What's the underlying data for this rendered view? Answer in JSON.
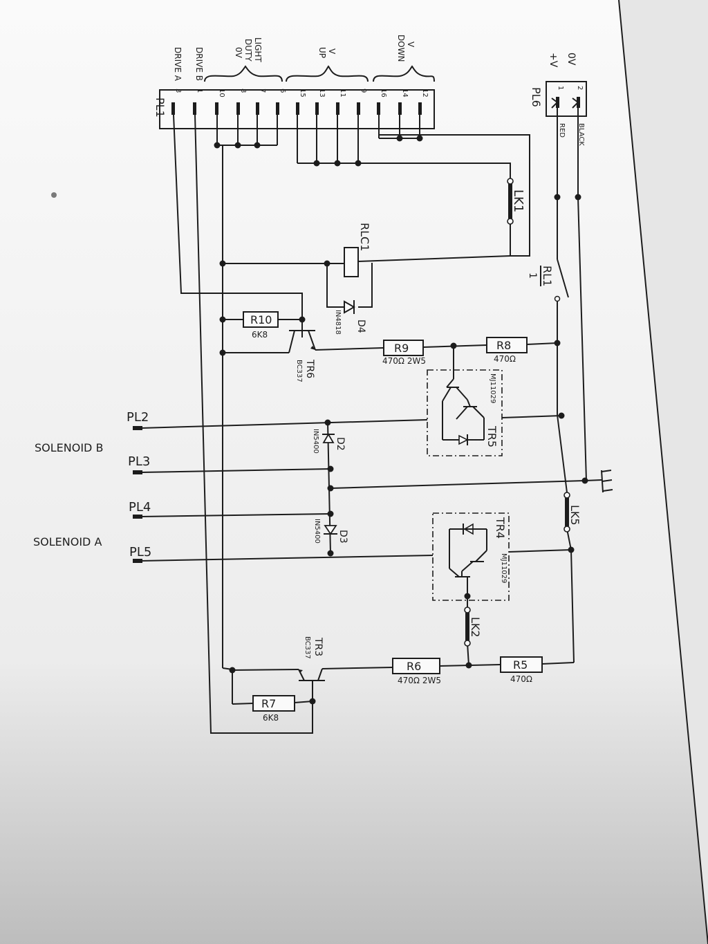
{
  "connectors": {
    "pl1": "PL1",
    "pl6": "PL6",
    "pl6_pins": {
      "p2": "2",
      "p1": "1"
    },
    "supply": {
      "zero": "0V",
      "plus": "+V"
    },
    "wire_colors": {
      "black": "BLACK",
      "red": "RED"
    },
    "pl1_groups": {
      "v_down": [
        "V",
        "DOWN"
      ],
      "v_up": [
        "V",
        "UP"
      ],
      "light_duty": [
        "LIGHT",
        "DUTY",
        "0V"
      ],
      "drive_b": "DRIVE B",
      "drive_a": "DRIVE A"
    },
    "pl1_pins": [
      "12",
      "14",
      "16",
      "9",
      "11",
      "13",
      "15",
      "6",
      "7",
      "8",
      "10",
      "1",
      "3"
    ],
    "outputs": [
      "PL2",
      "PL3",
      "PL4",
      "PL5"
    ]
  },
  "solenoids": {
    "b": "SOLENOID B",
    "a": "SOLENOID A"
  },
  "components": {
    "lk1": "LK1",
    "lk2": "LK2",
    "lk5": "LK5",
    "rlc1": "RLC1",
    "rl1": {
      "name": "RL1",
      "sub": "1"
    },
    "d4": {
      "name": "D4",
      "part": "IN4818"
    },
    "d2": {
      "name": "D2",
      "part": "IN5400"
    },
    "d3": {
      "name": "D3",
      "part": "IN5400"
    },
    "r10": {
      "name": "R10",
      "value": "6K8"
    },
    "r9": {
      "name": "R9",
      "value": "470Ω 2W5"
    },
    "r8": {
      "name": "R8",
      "value": "470Ω"
    },
    "r7": {
      "name": "R7",
      "value": "6K8"
    },
    "r6": {
      "name": "R6",
      "value": "470Ω 2W5"
    },
    "r5": {
      "name": "R5",
      "value": "470Ω"
    },
    "tr6": {
      "name": "TR6",
      "part": "BC337"
    },
    "tr3": {
      "name": "TR3",
      "part": "BC337"
    },
    "tr5": {
      "name": "TR5",
      "part": "MJ11029"
    },
    "tr4": {
      "name": "TR4",
      "part": "MJ11029"
    }
  },
  "colors": {
    "paper": "#fafafa",
    "ink": "#1c1c1c",
    "shadow": "#d8d8d8"
  }
}
